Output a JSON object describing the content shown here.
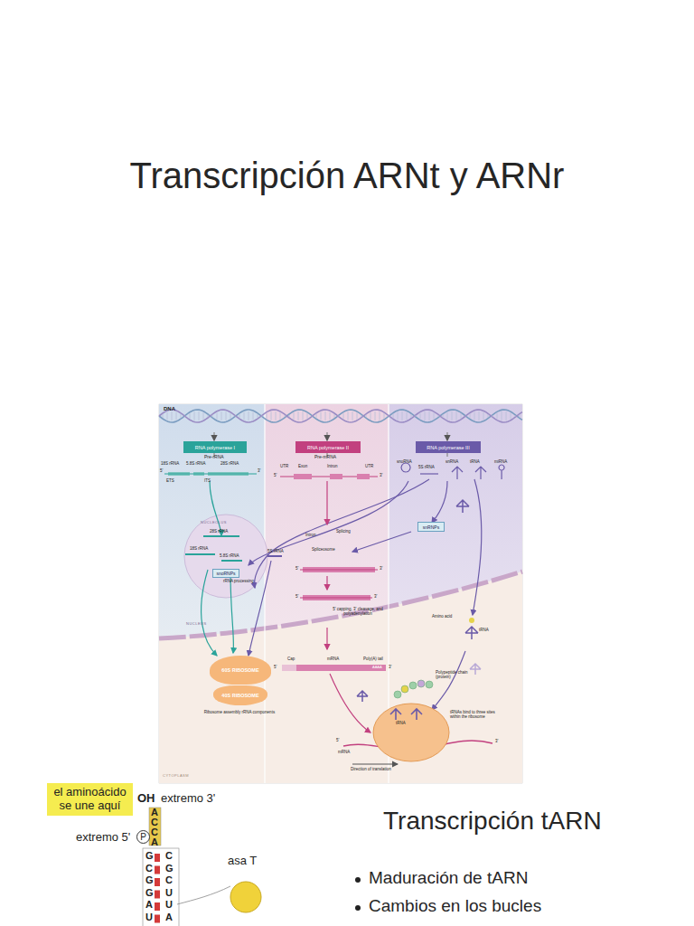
{
  "diagram": {
    "title": "Transcripción ARNt y ARNr",
    "nodes": [
      {
        "text": [
          "RNA polymerase I"
        ]
      },
      {
        "text": [
          "RNA polymerase II"
        ]
      },
      {
        "text": [
          "RNA polymerase III"
        ]
      },
      {
        "text": [
          "snoRNPs"
        ]
      },
      {
        "text": [
          "snRNPs"
        ]
      },
      {
        "text": [
          "60S RIBOSOME"
        ]
      },
      {
        "text": [
          "40S RIBOSOME"
        ]
      },
      {
        "text": [
          "el aminoácido se une aquí"
        ]
      },
      {
        "text": [
          "P"
        ]
      }
    ],
    "labels": [
      "DNA",
      "Pre-rRNA",
      "18S rRNA",
      "5.8S rRNA",
      "28S rRNA",
      "5'",
      "3'",
      "ETS",
      "ITS",
      "Pre-mRNA",
      "UTR",
      "Exon",
      "Intron",
      "UTR",
      "5'",
      "3'",
      "snoRNA",
      "5S rRNA",
      "snRNA",
      "tRNA",
      "miRNA",
      "NUCLEOLUS",
      "28S rRNA",
      "18S rRNA",
      "5.8S rRNA",
      "5S rRNA",
      "rRNA processing",
      "Intron",
      "Splicing",
      "Spliceosome",
      "5'",
      "3'",
      "5'",
      "3'",
      "5' capping, 3' cleavage, and polyadenylation",
      "NUCLEUS",
      "Amino acid",
      "tRNA",
      "Cap",
      "mRNA",
      "Poly(A) tail",
      "5'",
      "AAAA",
      "3'",
      "Ribosome assembly rRNA components",
      "Polypeptide chain (protein)",
      "tRNA",
      "tRNAs bind to three sites within the ribosome",
      "5'",
      "mRNA",
      "3'",
      "Direction of translation",
      "CYTOPLASM",
      "OH",
      "extremo 3'",
      "extremo 5'",
      "A",
      "C",
      "C",
      "A",
      "C",
      "G",
      "C",
      "U",
      "U",
      "A",
      "G",
      "C",
      "G",
      "G",
      "A",
      "U",
      "asa T",
      "Transcripción tARN",
      "Maduración de tARN",
      "Cambios en los bucles"
    ]
  }
}
